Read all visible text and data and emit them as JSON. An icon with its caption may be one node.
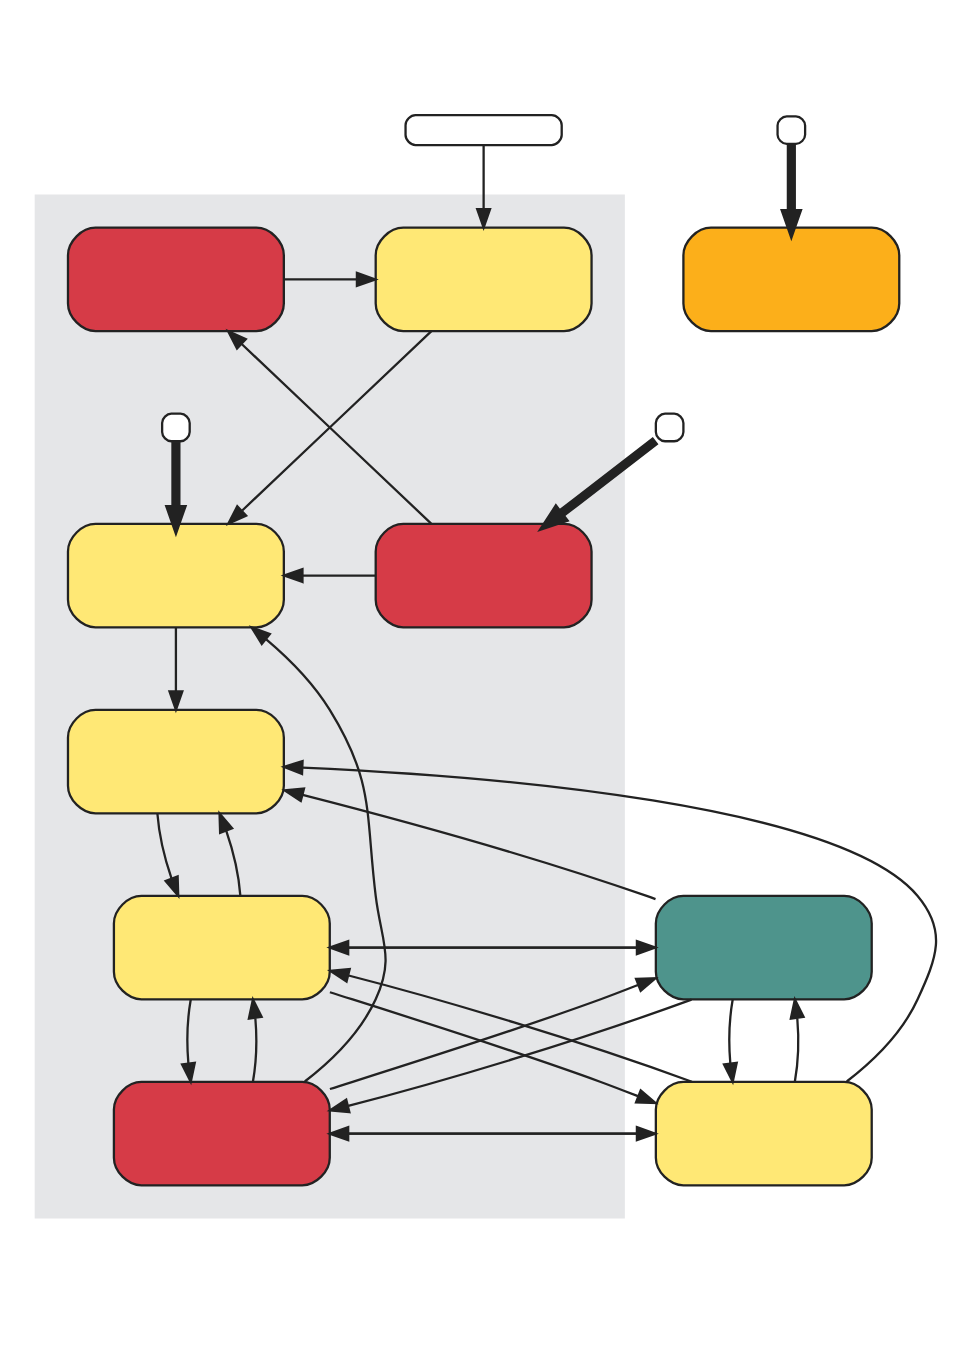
{
  "diagram": {
    "nodes": [
      {
        "text": [],
        "shape": "box"
      },
      {
        "text": [],
        "shape": "band"
      },
      {
        "text": [],
        "shape": "box",
        "in": 1
      },
      {
        "text": [],
        "shape": "box",
        "in": 1
      },
      {
        "text": [],
        "shape": "box",
        "in": 1
      },
      {
        "text": [],
        "shape": "box",
        "in": 1
      },
      {
        "text": [],
        "shape": "box",
        "in": 1
      },
      {
        "text": [],
        "shape": "box"
      },
      {
        "text": [],
        "shape": "box",
        "in": 1
      },
      {
        "text": [],
        "shape": "box"
      },
      {
        "text": [],
        "shape": "box"
      },
      {
        "text": [],
        "shape": "box",
        "in": 1
      },
      {
        "text": [],
        "shape": "box"
      },
      {
        "text": [],
        "shape": "box",
        "in": 1
      },
      {
        "text": [],
        "shape": "box"
      }
    ],
    "edges": [
      {
        "from": 0,
        "to": 2,
        "arrow": "to"
      },
      {
        "from": 3,
        "to": 2,
        "arrow": "to"
      },
      {
        "from": 2,
        "to": 5,
        "arrow": "to"
      },
      {
        "from": 6,
        "to": 3,
        "arrow": "to"
      },
      {
        "from": 4,
        "to": 5,
        "arrow": "to",
        "style": "thick"
      },
      {
        "from": 6,
        "to": 5,
        "arrow": "to"
      },
      {
        "from": 13,
        "to": 5,
        "arrow": "to"
      },
      {
        "from": 7,
        "to": 6,
        "arrow": "to",
        "style": "thick"
      },
      {
        "from": 5,
        "to": 8,
        "arrow": "to"
      },
      {
        "from": 9,
        "to": 10,
        "arrow": "to",
        "style": "thick"
      },
      {
        "from": 12,
        "to": 8,
        "arrow": "to"
      },
      {
        "from": 14,
        "to": 8,
        "arrow": "to"
      },
      {
        "from": 11,
        "to": 8,
        "arrow": "to"
      },
      {
        "from": 8,
        "to": 11,
        "arrow": "to"
      },
      {
        "from": 11,
        "to": 12,
        "arrow": "to"
      },
      {
        "from": 12,
        "to": 11,
        "arrow": "to"
      },
      {
        "from": 13,
        "to": 11,
        "arrow": "to"
      },
      {
        "from": 11,
        "to": 13,
        "arrow": "to"
      },
      {
        "from": 13,
        "to": 12,
        "arrow": "to"
      },
      {
        "from": 12,
        "to": 13,
        "arrow": "to"
      },
      {
        "from": 11,
        "to": 14,
        "arrow": "to"
      },
      {
        "from": 14,
        "to": 11,
        "arrow": "to"
      },
      {
        "from": 14,
        "to": 12,
        "arrow": "to"
      },
      {
        "from": 12,
        "to": 14,
        "arrow": "to"
      },
      {
        "from": 13,
        "to": 14,
        "arrow": "to"
      },
      {
        "from": 14,
        "to": 13,
        "arrow": "to"
      }
    ]
  }
}
